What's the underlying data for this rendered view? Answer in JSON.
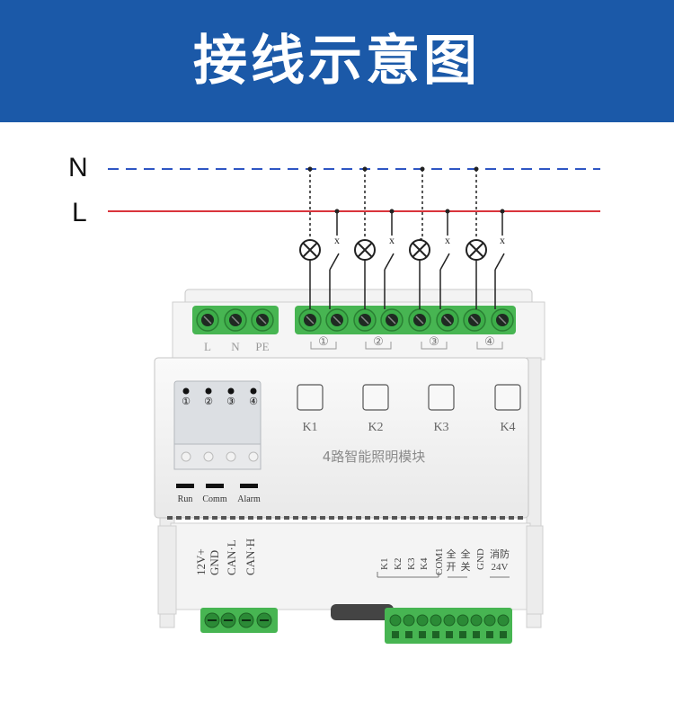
{
  "header": {
    "title": "接线示意图",
    "background_color": "#1b59a8",
    "text_color": "#ffffff"
  },
  "lines": {
    "neutral_label": "N",
    "live_label": "L",
    "neutral_color": "#2f56c4",
    "live_color": "#d9343c"
  },
  "loads": {
    "count": 4,
    "symbol": "lamp-icon",
    "switch_mark": "x"
  },
  "module": {
    "name": "4路智能照明模块",
    "power_terminals": [
      "L",
      "N",
      "PE"
    ],
    "output_channels": [
      "①",
      "②",
      "③",
      "④"
    ],
    "keys": [
      "K1",
      "K2",
      "K3",
      "K4"
    ],
    "channel_leds": [
      "①",
      "②",
      "③",
      "④"
    ],
    "status_indicators": [
      "Run",
      "Comm",
      "Alarm"
    ],
    "bus_terminals": [
      "12V+",
      "GND",
      "CAN·L",
      "CAN·H"
    ],
    "input_terminals": [
      "K1",
      "K2",
      "K3",
      "K4",
      "COM1",
      "全开",
      "全关",
      "GND",
      "消防24V"
    ],
    "terminal_color": "#3dae49",
    "body_color": "#f2f2f2"
  }
}
